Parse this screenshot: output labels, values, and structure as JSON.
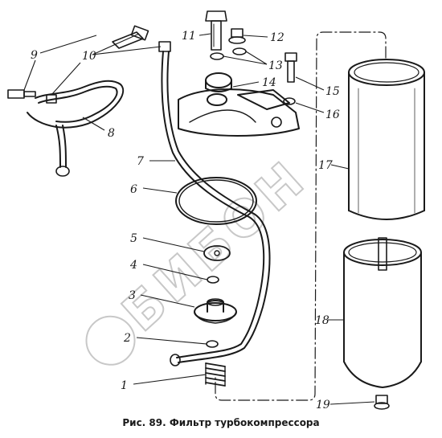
{
  "figure": {
    "caption": "Рис. 89. Фильтр турбокомпрессора",
    "watermark": "БИБОН"
  },
  "callouts": [
    "1",
    "2",
    "3",
    "4",
    "5",
    "6",
    "7",
    "8",
    "9",
    "10",
    "11",
    "12",
    "13",
    "14",
    "15",
    "16",
    "17",
    "18",
    "19"
  ],
  "colors": {
    "ink": "#1a1a1a",
    "watermark": "#c8c8c8",
    "paper": "#ffffff"
  }
}
